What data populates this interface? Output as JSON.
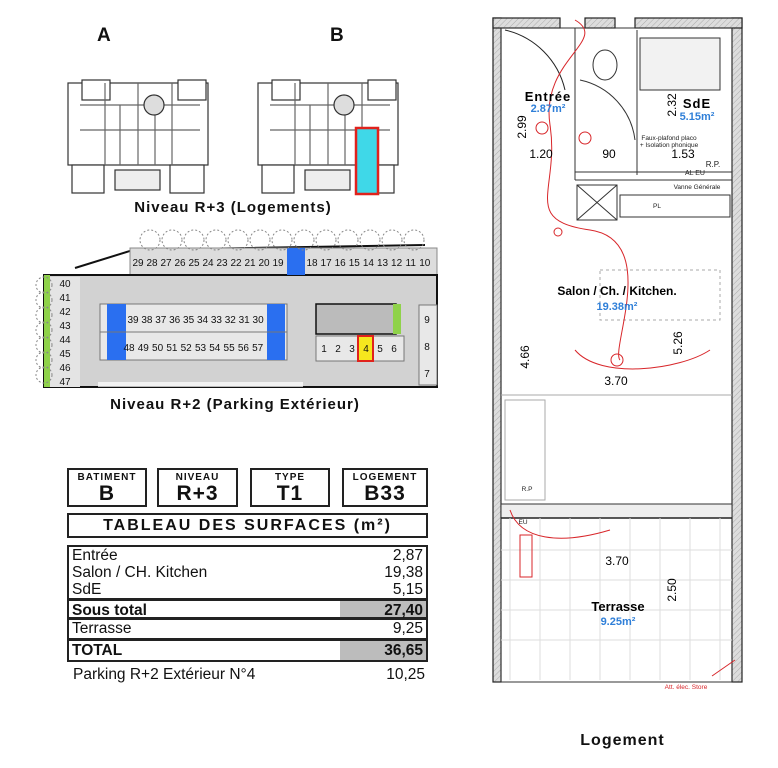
{
  "plans_top": {
    "label_a": "A",
    "label_b": "B",
    "caption": "Niveau R+3 (Logements)"
  },
  "parking": {
    "caption": "Niveau R+2 (Parking Extérieur)",
    "top_row_left": [
      "29",
      "28",
      "27",
      "26",
      "25",
      "24",
      "23",
      "22",
      "21",
      "20",
      "19"
    ],
    "top_row_right": [
      "18",
      "17",
      "16",
      "15",
      "14",
      "13",
      "12",
      "11",
      "10"
    ],
    "left_col": [
      "40",
      "41",
      "42",
      "43",
      "44",
      "45",
      "46",
      "47"
    ],
    "mid_upper": [
      "39",
      "38",
      "37",
      "36",
      "35",
      "34",
      "33",
      "32",
      "31",
      "30"
    ],
    "mid_lower": [
      "48",
      "49",
      "50",
      "51",
      "52",
      "53",
      "54",
      "55",
      "56",
      "57"
    ],
    "right_row": [
      "1",
      "2",
      "3",
      "4",
      "5",
      "6"
    ],
    "right_col": [
      "9",
      "8",
      "7"
    ],
    "selected": "4",
    "colors": {
      "accessible": "#2a6ff0",
      "selected": "#f5e61e",
      "selected_border": "#e0221c",
      "hedge": "#8fd24a"
    }
  },
  "info": {
    "batiment": {
      "label": "BATIMENT",
      "value": "B"
    },
    "niveau": {
      "label": "NIVEAU",
      "value": "R+3"
    },
    "type": {
      "label": "TYPE",
      "value": "T1"
    },
    "logement": {
      "label": "LOGEMENT",
      "value": "B33"
    }
  },
  "surfaces": {
    "title": "TABLEAU DES SURFACES (m²)",
    "rows": [
      {
        "name": "Entrée",
        "value": "2,87"
      },
      {
        "name": "Salon / CH. Kitchen",
        "value": "19,38"
      },
      {
        "name": "SdE",
        "value": "5,15"
      }
    ],
    "subtotal": {
      "name": "Sous total",
      "value": "27,40"
    },
    "terrasse": {
      "name": "Terrasse",
      "value": "9,25"
    },
    "total": {
      "name": "TOTAL",
      "value": "36,65"
    },
    "parking": {
      "name": "Parking R+2  Extérieur  N°4",
      "value": "10,25"
    }
  },
  "plan": {
    "title": "Logement",
    "rooms": {
      "entree": {
        "name": "Entrée",
        "area": "2.87m²"
      },
      "sde": {
        "name": "SdE",
        "area": "5.15m²"
      },
      "salon": {
        "name": "Salon / Ch. / Kitchen.",
        "area": "19.38m²"
      },
      "terrasse": {
        "name": "Terrasse",
        "area": "9.25m²"
      }
    },
    "dims": {
      "d299": "2.99",
      "d120": "1.20",
      "d90": "90",
      "d153": "1.53",
      "d232": "2.32",
      "d526": "5.26",
      "d466": "4.66",
      "d370a": "3.70",
      "d370b": "3.70",
      "d250": "2.50"
    },
    "notes": {
      "faux1": "Faux-plafond placo",
      "faux2": "+ Isolation phonique",
      "rp": "R.P.",
      "aleu": "AL EU",
      "vanne": "Vanne Générale",
      "pl": "PL",
      "store": "Att. élec. Store",
      "eu": "EU",
      "rp2": "R.P"
    },
    "colors": {
      "area": "#2f7fd8",
      "elec": "#d8262a"
    }
  }
}
